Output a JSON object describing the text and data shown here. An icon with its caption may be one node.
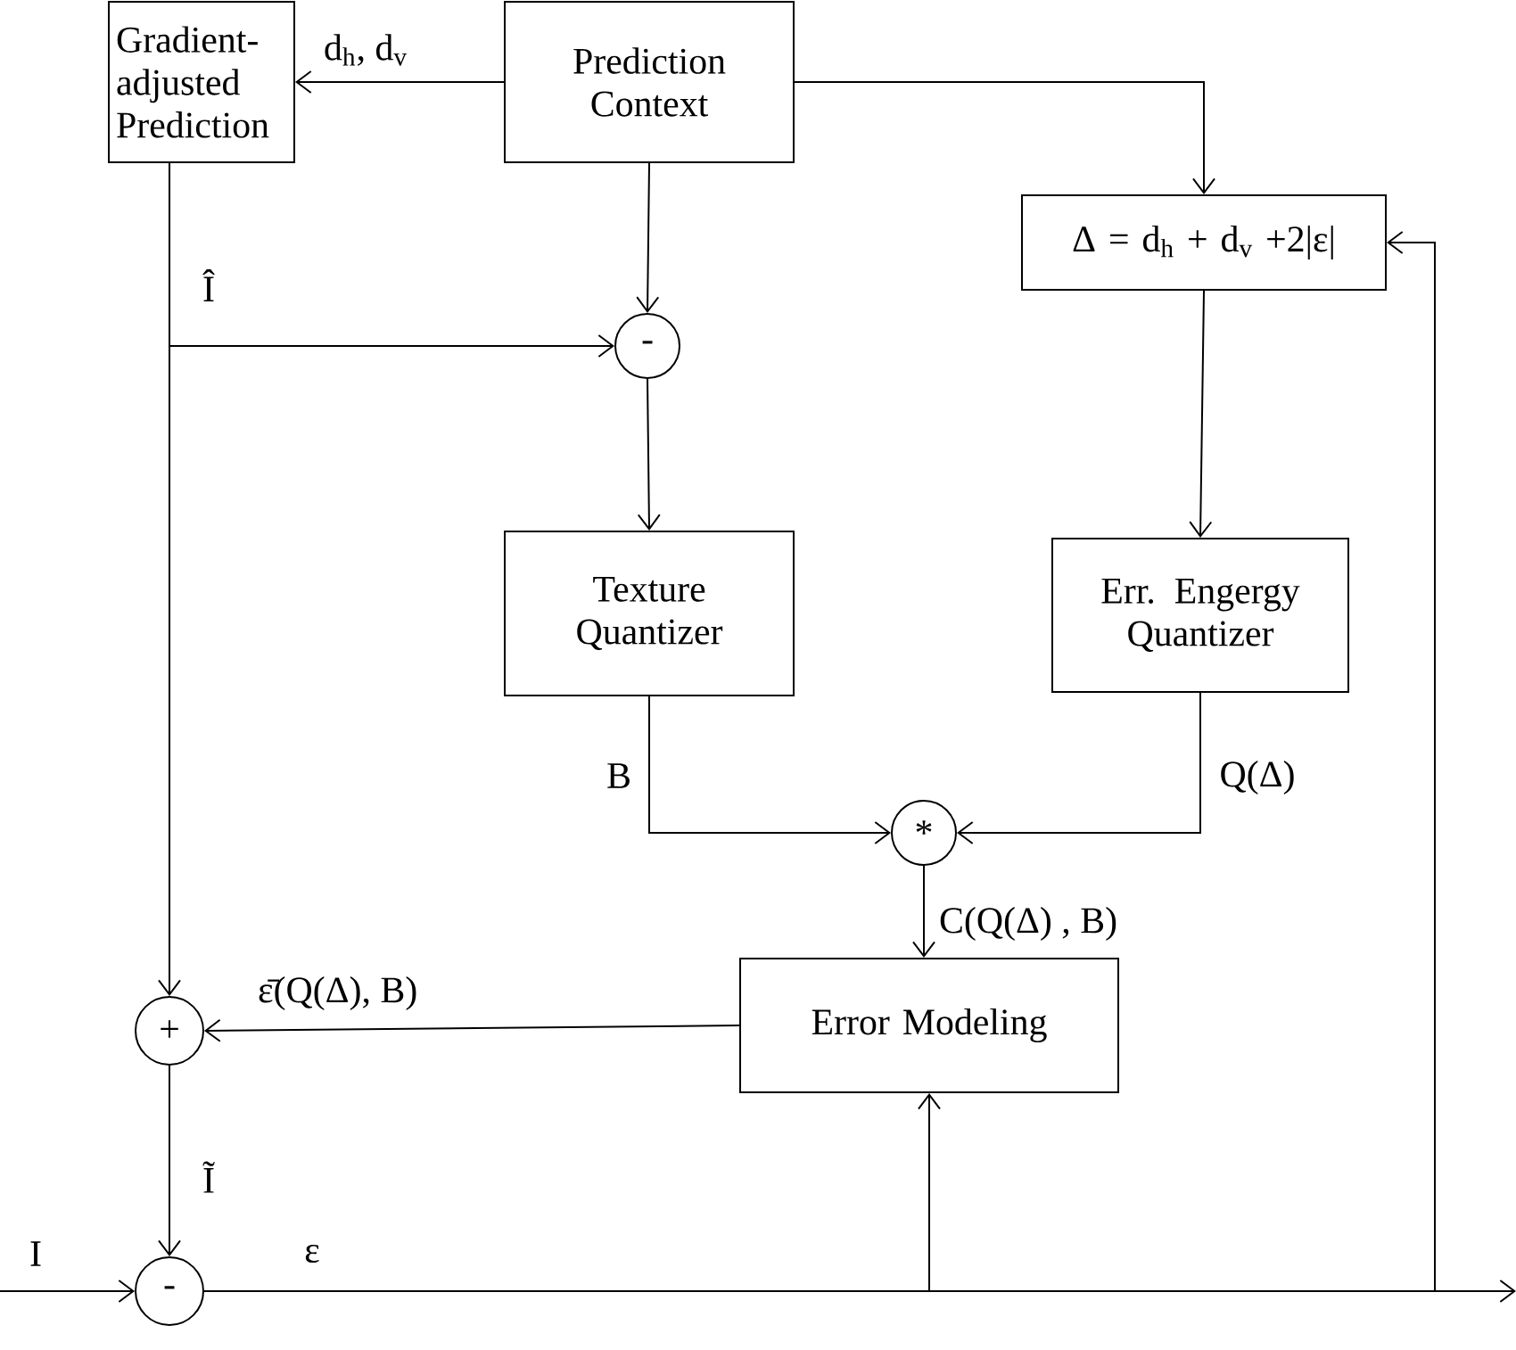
{
  "diagram": {
    "nodes": [
      {
        "text": [
          "Gradient-adjusted Prediction"
        ]
      },
      {
        "text": [
          "Prediction Context"
        ]
      },
      {
        "text": [
          "Δ = d$_{h}$ + d$_{v}$ +2|ε|"
        ]
      },
      {
        "text": [
          "-"
        ]
      },
      {
        "text": [
          "Texture Quantizer"
        ]
      },
      {
        "text": [
          "Err. Engergy Quantizer"
        ]
      },
      {
        "text": [
          "*"
        ]
      },
      {
        "text": [
          "Error Modeling"
        ]
      },
      {
        "text": [
          "+"
        ]
      },
      {
        "text": [
          "-"
        ]
      }
    ],
    "edges": [
      {
        "from": 1,
        "to": 0,
        "arrow": "to",
        "label": "d$_{h}$, d$_{v}$"
      },
      {
        "from": 1,
        "to": 2,
        "arrow": "to"
      },
      {
        "from": 1,
        "to": 3,
        "arrow": "to"
      },
      {
        "from": 0,
        "to": 3,
        "arrow": "to",
        "label": "Î"
      },
      {
        "from": 0,
        "to": 8,
        "arrow": "to"
      },
      {
        "from": 3,
        "to": 4,
        "arrow": "to"
      },
      {
        "from": 2,
        "to": 5,
        "arrow": "to"
      },
      {
        "from": 4,
        "to": 6,
        "arrow": "to",
        "label": "B"
      },
      {
        "from": 5,
        "to": 6,
        "arrow": "to",
        "label": "Q(Δ)"
      },
      {
        "from": 6,
        "to": 7,
        "arrow": "to",
        "label": "C(Q(Δ) , B)"
      },
      {
        "from": 7,
        "to": 8,
        "arrow": "to",
        "label": "ε̄(Q(Δ), B)"
      },
      {
        "from": 8,
        "to": 9,
        "arrow": "to",
        "label": "Ĩ"
      },
      {
        "from": null,
        "to": 9,
        "arrow": "to",
        "label": "I"
      },
      {
        "from": 9,
        "to": null,
        "arrow": "to",
        "label": "ε"
      },
      {
        "from": 9,
        "to": 7,
        "arrow": "to"
      },
      {
        "from": 9,
        "to": 2,
        "arrow": "to"
      }
    ]
  }
}
